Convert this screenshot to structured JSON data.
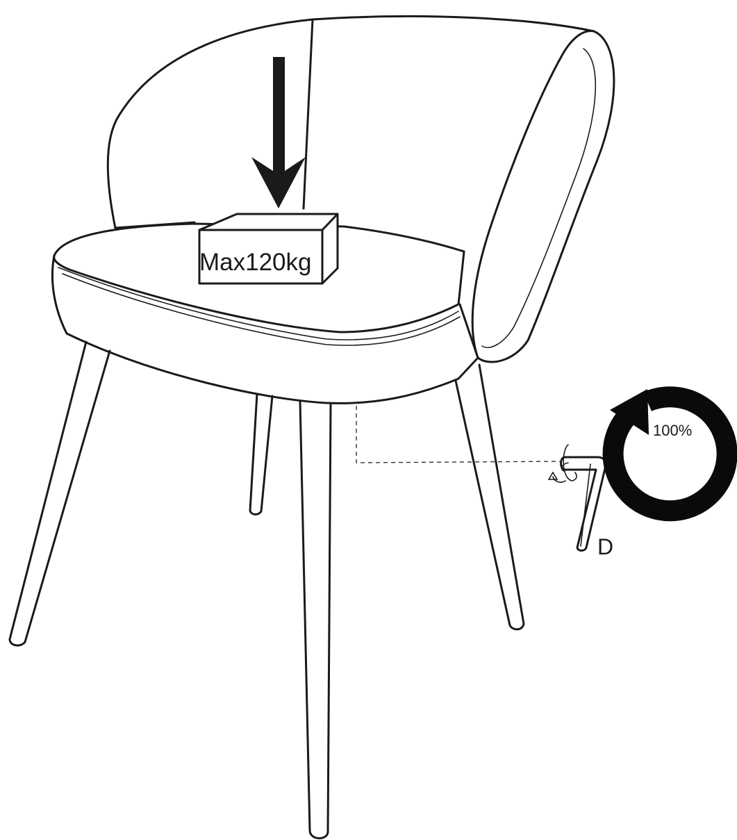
{
  "diagram": {
    "load_label": "Max120kg",
    "torque_label": "100%",
    "tool_label": "D",
    "colors": {
      "ink": "#1a1a1a",
      "background": "#ffffff"
    },
    "icons": [
      "down-arrow-icon",
      "tighten-rotation-icon",
      "allen-key-icon"
    ]
  }
}
